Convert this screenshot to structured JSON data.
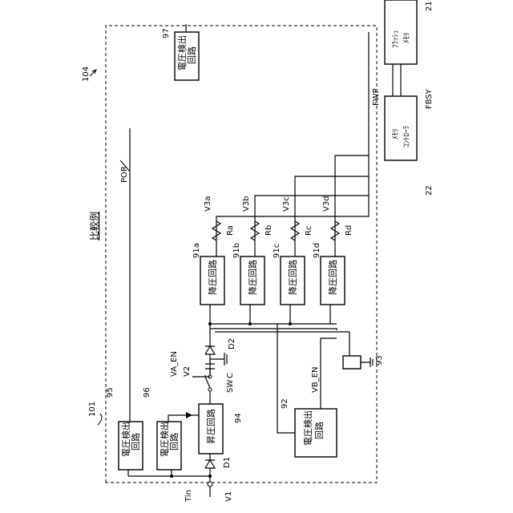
{
  "figure": {
    "ref_main": "104",
    "ref_board": "101",
    "title": "比較例"
  },
  "input": {
    "terminal": "Tin",
    "voltage": "V1"
  },
  "diodes": {
    "d1": "D1",
    "d2": "D2"
  },
  "switch": {
    "label": "SW",
    "voltage": "V2",
    "capacitor": "C"
  },
  "blocks": {
    "boost": {
      "ref": "94",
      "line1": "昇圧回路"
    },
    "vdet95": {
      "ref": "95",
      "line1": "電圧検出",
      "line2": "回路"
    },
    "vdet96": {
      "ref": "96",
      "line1": "電圧検出",
      "line2": "回路"
    },
    "vdet92": {
      "ref": "92",
      "line1": "電圧検出",
      "line2": "回路"
    },
    "vdet97": {
      "ref": "97",
      "line1": "電圧検出",
      "line2": "回路"
    },
    "reg91a": {
      "ref": "91a",
      "line1": "降圧回路"
    },
    "reg91b": {
      "ref": "91b",
      "line1": "降圧回路"
    },
    "reg91c": {
      "ref": "91c",
      "line1": "降圧回路"
    },
    "reg91d": {
      "ref": "91d",
      "line1": "降圧回路"
    },
    "block93": {
      "ref": "93"
    },
    "flash": {
      "ref": "21",
      "line1": "ﾌﾗｯｼｭ",
      "line2": "ﾒﾓﾘ"
    },
    "ctrl": {
      "ref": "22",
      "line1": "ﾒﾓﾘ",
      "line2": "ｺﾝﾄﾛｰﾗ"
    }
  },
  "signals": {
    "va_en": "VA_EN",
    "vb_en": "VB_EN",
    "por": "POR",
    "fwp": "FWP",
    "fbsy": "FBSY",
    "v3a": "V3a",
    "v3b": "V3b",
    "v3c": "V3c",
    "v3d": "V3d",
    "ra": "Ra",
    "rb": "Rb",
    "rc": "Rc",
    "rd": "Rd"
  }
}
